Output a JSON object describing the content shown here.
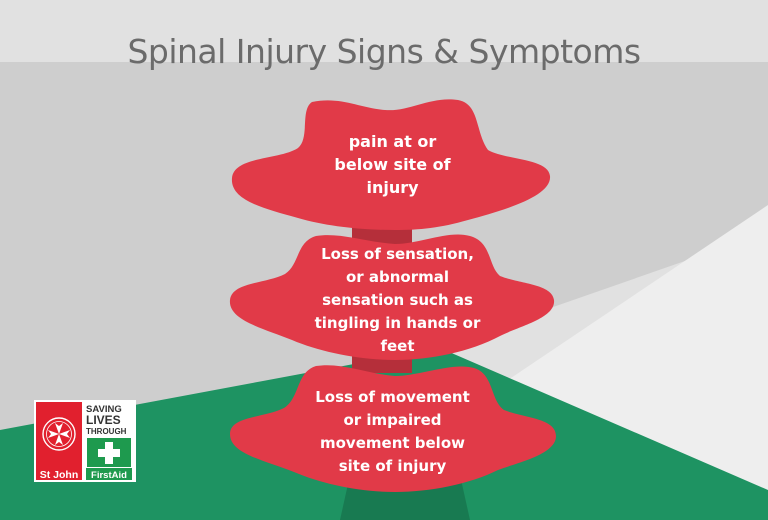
{
  "title": "Spinal Injury Signs & Symptoms",
  "colors": {
    "background_light": "#e1e1e1",
    "background_mid": "#cecece",
    "accent_green": "#1e9362",
    "vertebra_red": "#e13a48",
    "title_gray": "#6b6b6b"
  },
  "symptoms": [
    {
      "lines": [
        "pain at or",
        "below site of",
        "injury"
      ]
    },
    {
      "lines": [
        "Loss of sensation,",
        "or abnormal",
        "sensation such as",
        "tingling in hands or",
        "feet"
      ]
    },
    {
      "lines": [
        "Loss of movement",
        "or impaired",
        "movement below",
        "site of injury"
      ]
    }
  ],
  "logo": {
    "org_name": "St John",
    "tagline": [
      "SAVING",
      "LIVES",
      "THROUGH"
    ],
    "program": "FirstAid"
  }
}
